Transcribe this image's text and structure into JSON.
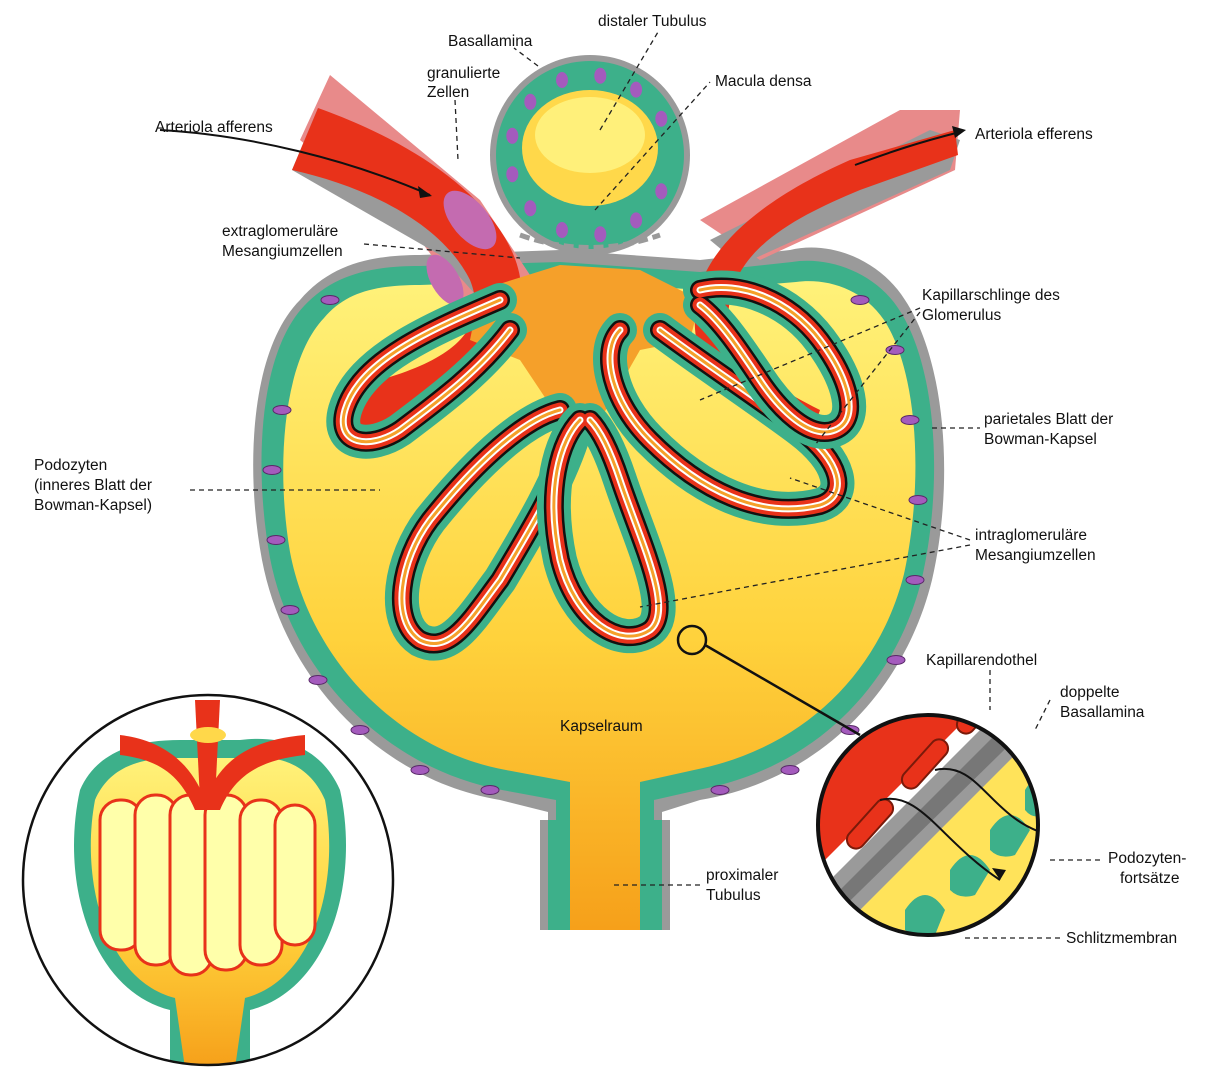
{
  "labels": {
    "distaler_tubulus": "distaler Tubulus",
    "basallamina": "Basallamina",
    "granulierte_1": "granulierte",
    "granulierte_2": "Zellen",
    "macula_densa": "Macula densa",
    "arteriola_afferens": "Arteriola afferens",
    "arteriola_efferens": "Arteriola efferens",
    "extraglom_1": "extraglomeruläre",
    "extraglom_2": "Mesangiumzellen",
    "kapillarschlinge_1": "Kapillarschlinge des",
    "kapillarschlinge_2": "Glomerulus",
    "parietales_1": "parietales Blatt der",
    "parietales_2": "Bowman-Kapsel",
    "podozyten_1": "Podozyten",
    "podozyten_2": "(inneres Blatt der",
    "podozyten_3": "Bowman-Kapsel)",
    "intraglom_1": "intraglomeruläre",
    "intraglom_2": "Mesangiumzellen",
    "kapillarendothel": "Kapillarendothel",
    "doppelte_1": "doppelte",
    "doppelte_2": "Basallamina",
    "kapselraum": "Kapselraum",
    "podozytenfortsaetze_1": "Podozyten-",
    "podozytenfortsaetze_2": "fortsätze",
    "proximaler_1": "proximaler",
    "proximaler_2": "Tubulus",
    "schlitzmembran": "Schlitzmembran"
  },
  "colors": {
    "capsule_wall": "#9a9a9a",
    "epithelium": "#3db08a",
    "nucleus": "#a45bbd",
    "space_yellow": "#ffe36a",
    "space_orange": "#f7a21b",
    "capillary_red": "#e8321a",
    "mesangium": "#f5a02a",
    "muscle_pink": "#e88a8a"
  }
}
